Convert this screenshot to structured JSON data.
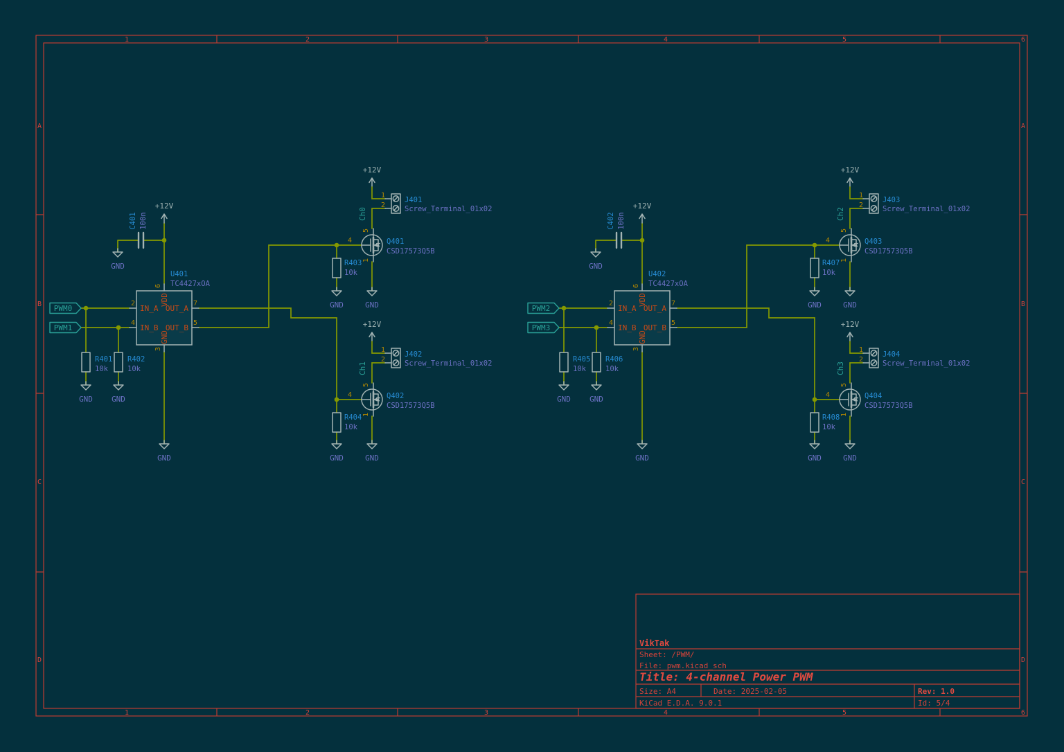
{
  "colors": {
    "background": "#04303d",
    "wire": "#859900",
    "device_outline": "#a4b4b4",
    "ic_fill": "#0a3b49",
    "reference": "#268bd2",
    "value": "#6c71c4",
    "pin_name": "#cb4b16",
    "pin_number": "#b58900",
    "net_label": "#2aa198",
    "power_label": "#9fb2b2",
    "ground_label": "#6c71c4",
    "frame": "#bd3c32",
    "title_text": "#e04a40"
  },
  "frame": {
    "columns": [
      "1",
      "2",
      "3",
      "4",
      "5",
      "6"
    ],
    "rows": [
      "A",
      "B",
      "C",
      "D"
    ]
  },
  "title_block": {
    "company": "VikTak",
    "sheet": "Sheet: /PWM/",
    "file": "File: pwm.kicad_sch",
    "title": "Title: 4-channel Power PWM",
    "size": "Size: A4",
    "date": "Date: 2025-02-05",
    "rev": "Rev: 1.0",
    "tool": "KiCad E.D.A. 9.0.1",
    "id": "Id: 5/4"
  },
  "power": {
    "vcc": "+12V",
    "gnd": "GND"
  },
  "blocks": [
    {
      "inputs": [
        {
          "label": "PWM0"
        },
        {
          "label": "PWM1"
        }
      ],
      "driver": {
        "ref": "U401",
        "value": "TC4427xOA",
        "pins": {
          "in_a_num": "2",
          "in_b_num": "4",
          "out_a_num": "7",
          "out_b_num": "5",
          "vdd_num": "6",
          "gnd_num": "3",
          "in_a": "IN_A",
          "in_b": "IN_B",
          "out_a": "OUT_A",
          "out_b": "OUT_B",
          "vdd": "VDD",
          "gnd": "GND"
        }
      },
      "cap": {
        "ref": "C401",
        "value": "100n"
      },
      "pulldowns": [
        {
          "ref": "R401",
          "value": "10k"
        },
        {
          "ref": "R402",
          "value": "10k"
        }
      ],
      "channels": [
        {
          "net": "Ch0",
          "connector": {
            "ref": "J401",
            "value": "Screw_Terminal_01x02",
            "pin1": "1",
            "pin2": "2"
          },
          "fet": {
            "ref": "Q401",
            "value": "CSD17573Q5B",
            "drain": "5",
            "gate": "4",
            "source": "1"
          },
          "gate_res": {
            "ref": "R403",
            "value": "10k"
          }
        },
        {
          "net": "Ch1",
          "connector": {
            "ref": "J402",
            "value": "Screw_Terminal_01x02",
            "pin1": "1",
            "pin2": "2"
          },
          "fet": {
            "ref": "Q402",
            "value": "CSD17573Q5B",
            "drain": "5",
            "gate": "4",
            "source": "1"
          },
          "gate_res": {
            "ref": "R404",
            "value": "10k"
          }
        }
      ]
    },
    {
      "inputs": [
        {
          "label": "PWM2"
        },
        {
          "label": "PWM3"
        }
      ],
      "driver": {
        "ref": "U402",
        "value": "TC4427xOA",
        "pins": {
          "in_a_num": "2",
          "in_b_num": "4",
          "out_a_num": "7",
          "out_b_num": "5",
          "vdd_num": "6",
          "gnd_num": "3",
          "in_a": "IN_A",
          "in_b": "IN_B",
          "out_a": "OUT_A",
          "out_b": "OUT_B",
          "vdd": "VDD",
          "gnd": "GND"
        }
      },
      "cap": {
        "ref": "C402",
        "value": "100n"
      },
      "pulldowns": [
        {
          "ref": "R405",
          "value": "10k"
        },
        {
          "ref": "R406",
          "value": "10k"
        }
      ],
      "channels": [
        {
          "net": "Ch2",
          "connector": {
            "ref": "J403",
            "value": "Screw_Terminal_01x02",
            "pin1": "1",
            "pin2": "2"
          },
          "fet": {
            "ref": "Q403",
            "value": "CSD17573Q5B",
            "drain": "5",
            "gate": "4",
            "source": "1"
          },
          "gate_res": {
            "ref": "R407",
            "value": "10k"
          }
        },
        {
          "net": "Ch3",
          "connector": {
            "ref": "J404",
            "value": "Screw_Terminal_01x02",
            "pin1": "1",
            "pin2": "2"
          },
          "fet": {
            "ref": "Q404",
            "value": "CSD17573Q5B",
            "drain": "5",
            "gate": "4",
            "source": "1"
          },
          "gate_res": {
            "ref": "R408",
            "value": "10k"
          }
        }
      ]
    }
  ]
}
